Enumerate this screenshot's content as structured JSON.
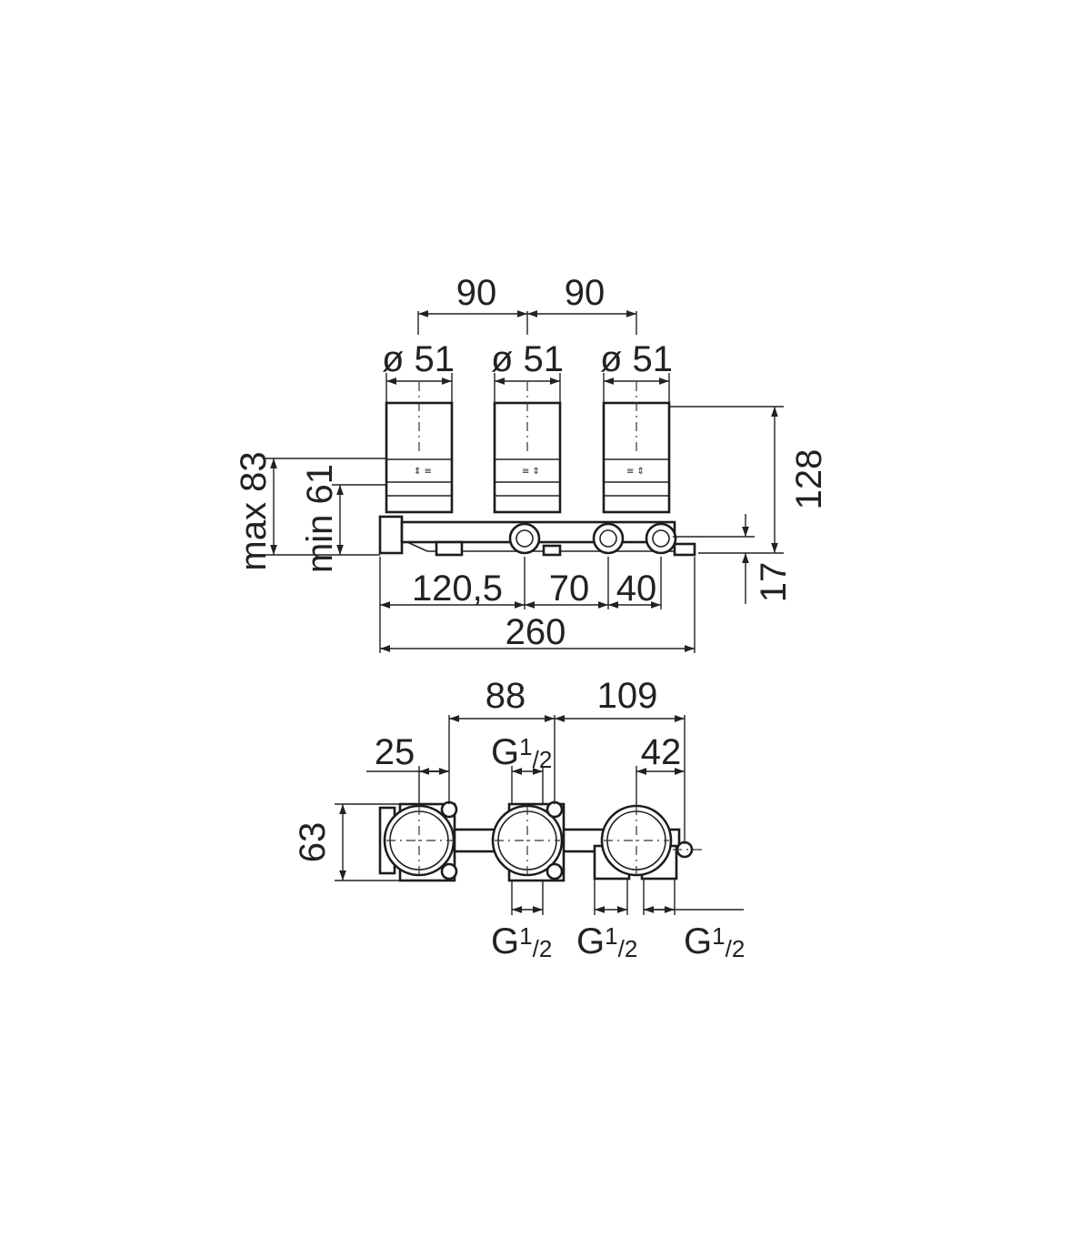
{
  "dimensions": {
    "spacing_left": "90",
    "spacing_right": "90",
    "diameter_1": "ø 51",
    "diameter_2": "ø 51",
    "diameter_3": "ø 51",
    "height_total": "128",
    "depth_max": "max 83",
    "depth_min": "min 61",
    "offset_17": "17",
    "dist_120_5": "120,5",
    "dist_70": "70",
    "dist_40": "40",
    "width_total": "260",
    "plan_88": "88",
    "plan_109": "109",
    "plan_25": "25",
    "plan_42": "42",
    "plan_63": "63"
  },
  "threads": {
    "top_center": {
      "g": "G",
      "num": "1",
      "den": "/2"
    },
    "bottom_1": {
      "g": "G",
      "num": "1",
      "den": "/2"
    },
    "bottom_2": {
      "g": "G",
      "num": "1",
      "den": "/2"
    },
    "bottom_3": {
      "g": "G",
      "num": "1",
      "den": "/2"
    }
  },
  "colors": {
    "line": "#222222",
    "background": "#ffffff"
  }
}
